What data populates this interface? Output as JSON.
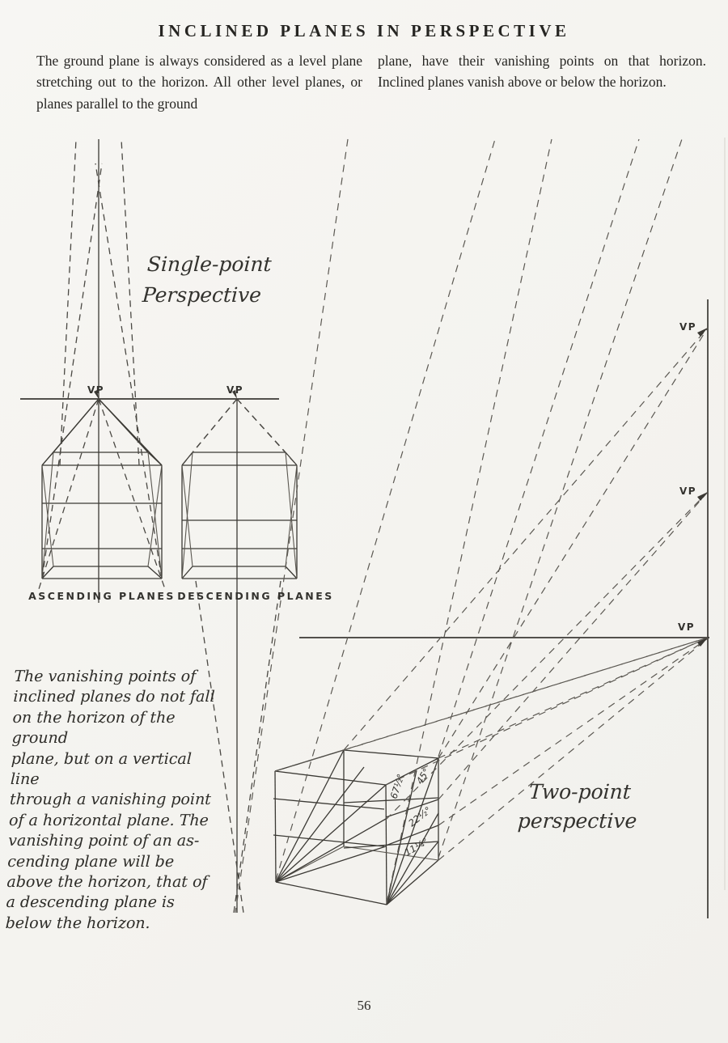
{
  "page": {
    "title": "INCLINED PLANES IN PERSPECTIVE",
    "page_number": "56",
    "columns": {
      "left": "The ground plane is always considered as a level plane stretching out to the horizon. All other level planes, or planes parallel to the ground",
      "right": "plane, have their vanishing points on that horizon. Inclined planes vanish above or below the horizon."
    }
  },
  "diagrams": {
    "single_point": {
      "label_line1": "Single-point",
      "label_line2": "Perspective",
      "vp_label": "VP",
      "caption_ascending": "ASCENDING PLANES",
      "caption_descending": "DESCENDING PLANES"
    },
    "two_point": {
      "label_line1": "Two-point",
      "label_line2": "perspective",
      "vp_label": "VP",
      "angle_labels": [
        "67½°",
        "45°",
        "22½°",
        "11¼°"
      ]
    },
    "note": {
      "lines": [
        "The vanishing points of",
        "inclined planes do not fall",
        "on the horizon of the ground",
        "plane, but on a vertical line",
        "through a vanishing point",
        "of a horizontal plane. The",
        "vanishing point of an as-",
        "cending plane will be",
        "above the horizon, that of",
        "a descending plane is",
        "below the horizon."
      ]
    }
  }
}
